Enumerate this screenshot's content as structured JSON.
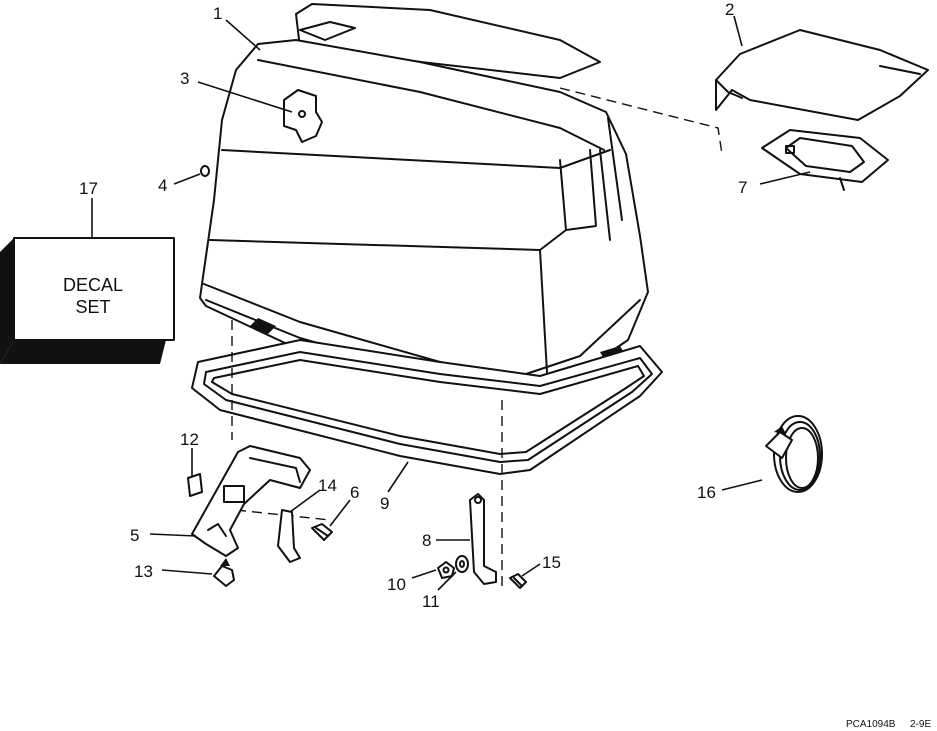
{
  "callouts": [
    {
      "id": "1",
      "text": "1"
    },
    {
      "id": "2",
      "text": "2"
    },
    {
      "id": "3",
      "text": "3"
    },
    {
      "id": "4",
      "text": "4"
    },
    {
      "id": "5",
      "text": "5"
    },
    {
      "id": "6",
      "text": "6"
    },
    {
      "id": "7",
      "text": "7"
    },
    {
      "id": "8",
      "text": "8"
    },
    {
      "id": "9",
      "text": "9"
    },
    {
      "id": "10",
      "text": "10"
    },
    {
      "id": "11",
      "text": "11"
    },
    {
      "id": "12",
      "text": "12"
    },
    {
      "id": "13",
      "text": "13"
    },
    {
      "id": "14",
      "text": "14"
    },
    {
      "id": "15",
      "text": "15"
    },
    {
      "id": "16",
      "text": "16"
    },
    {
      "id": "17",
      "text": "17"
    }
  ],
  "decal_box": {
    "line1": "DECAL",
    "line2": "SET"
  },
  "figure_code": {
    "id": "PCA1094B",
    "page": "2-9E"
  }
}
